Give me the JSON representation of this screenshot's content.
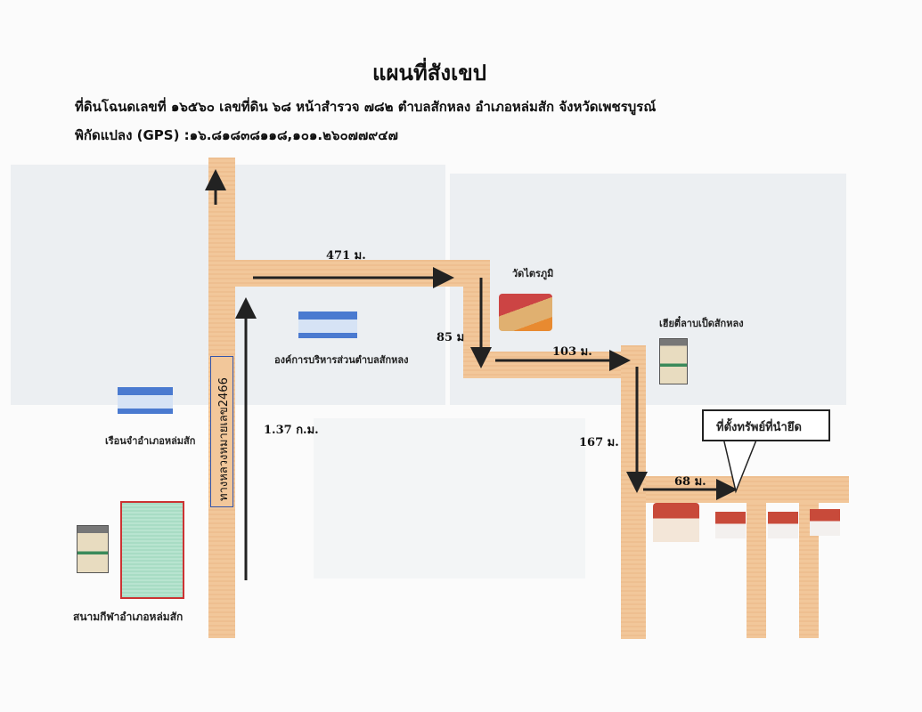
{
  "title": "แผนที่สังเขป",
  "subtitle": "ที่ดินโฉนดเลขที่ ๑๖๕๖๐ เลขที่ดิน ๖๘ หน้าสำรวจ ๗๘๒ ตำบลสักหลง อำเภอหล่มสัก จังหวัดเพชรบูรณ์",
  "gps": "พิกัดแปลง (GPS) :๑๖.๘๑๘๓๘๑๑๘,๑๐๑.๒๖๐๗๗๙๔๗",
  "road_name": "ทางหลวงหมายเลข2466",
  "distances": {
    "d1": "1.37 ก.ม.",
    "d2": "471 ม.",
    "d3": "85 ม",
    "d4": "103 ม.",
    "d5": "167 ม.",
    "d6": "68 ม."
  },
  "places": {
    "sao": "องค์การบริหารส่วนตำบลสักหลง",
    "temple": "วัดไตรภูมิ",
    "restaurant": "เฮียตี๋ลาบเป็ดสักหลง",
    "prison": "เรือนจำอำเภอหล่มสัก",
    "stadium": "สนามกีฬาอำเภอหล่มสัก"
  },
  "callout": "ที่ตั้งทรัพย์ที่นำยึด"
}
